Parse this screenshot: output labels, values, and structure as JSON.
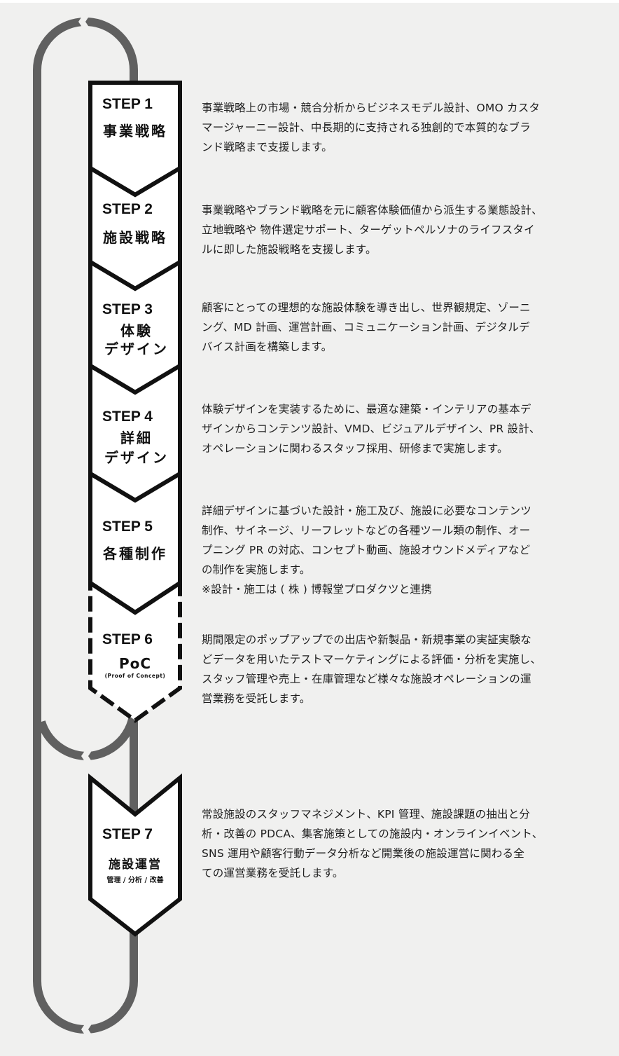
{
  "diagram": {
    "colors": {
      "background": "#f0f0ef",
      "loop_line": "#606060",
      "step_border": "#111111",
      "step_fill": "#ffffff"
    },
    "steps": [
      {
        "label": "STEP 1",
        "title": "事業戦略",
        "subtitle": null,
        "border": "solid",
        "description": [
          "事業戦略上の市場・競合分析からビジネスモデル設計、OMO カスタ",
          "マージャーニー設計、中長期的に支持される独創的で本質的なブラ",
          "ンド戦略まで支援します。"
        ]
      },
      {
        "label": "STEP 2",
        "title": "施設戦略",
        "subtitle": null,
        "border": "solid",
        "description": [
          "事業戦略やブランド戦略を元に顧客体験価値から派生する業態設計、",
          "立地戦略や 物件選定サポート、ターゲットペルソナのライフスタイ",
          "ルに即した施設戦略を支援します。"
        ]
      },
      {
        "label": "STEP 3",
        "title": "体験",
        "title2": "デザイン",
        "border": "solid",
        "description": [
          "顧客にとっての理想的な施設体験を導き出し、世界観規定、ゾーニ",
          "ング、MD 計画、運営計画、コミュニケーション計画、デジタルデ",
          "バイス計画を構築します。"
        ]
      },
      {
        "label": "STEP 4",
        "title": "詳細",
        "title2": "デザイン",
        "border": "solid",
        "description": [
          "体験デザインを実装するために、最適な建築・インテリアの基本デ",
          "ザインからコンテンツ設計、VMD、ビジュアルデザイン、PR 設計、",
          "オペレーションに関わるスタッフ採用、研修まで実施します。"
        ]
      },
      {
        "label": "STEP 5",
        "title": "各種制作",
        "border": "solid",
        "description": [
          "詳細デザインに基づいた設計・施工及び、施設に必要なコンテンツ",
          "制作、サイネージ、リーフレットなどの各種ツール類の制作、オー",
          "プニング PR の対応、コンセプト動画、施設オウンドメディアなど",
          "の制作を実施します。",
          "※設計・施工は ( 株 ) 博報堂プロダクツと連携"
        ]
      },
      {
        "label": "STEP 6",
        "title": "PoC",
        "subtitle": "(Proof of Concept)",
        "border": "dashed",
        "description": [
          "期間限定のポップアップでの出店や新製品・新規事業の実証実験な",
          "どデータを用いたテストマーケティングによる評価・分析を実施し、",
          "スタッフ管理や売上・在庫管理など様々な施設オペレーションの運",
          "営業務を受託します。"
        ]
      },
      {
        "label": "STEP 7",
        "title": "施設運営",
        "subtitle": "管理 / 分析 / 改善",
        "border": "solid",
        "description": [
          "常設施設のスタッフマネジメント、KPI 管理、施設課題の抽出と分",
          "析・改善の PDCA、集客施策としての施設内・オンラインイベント、",
          "SNS 運用や顧客行動データ分析など開業後の施設運営に関わる全",
          "ての運営業務を受託します。"
        ]
      }
    ]
  }
}
